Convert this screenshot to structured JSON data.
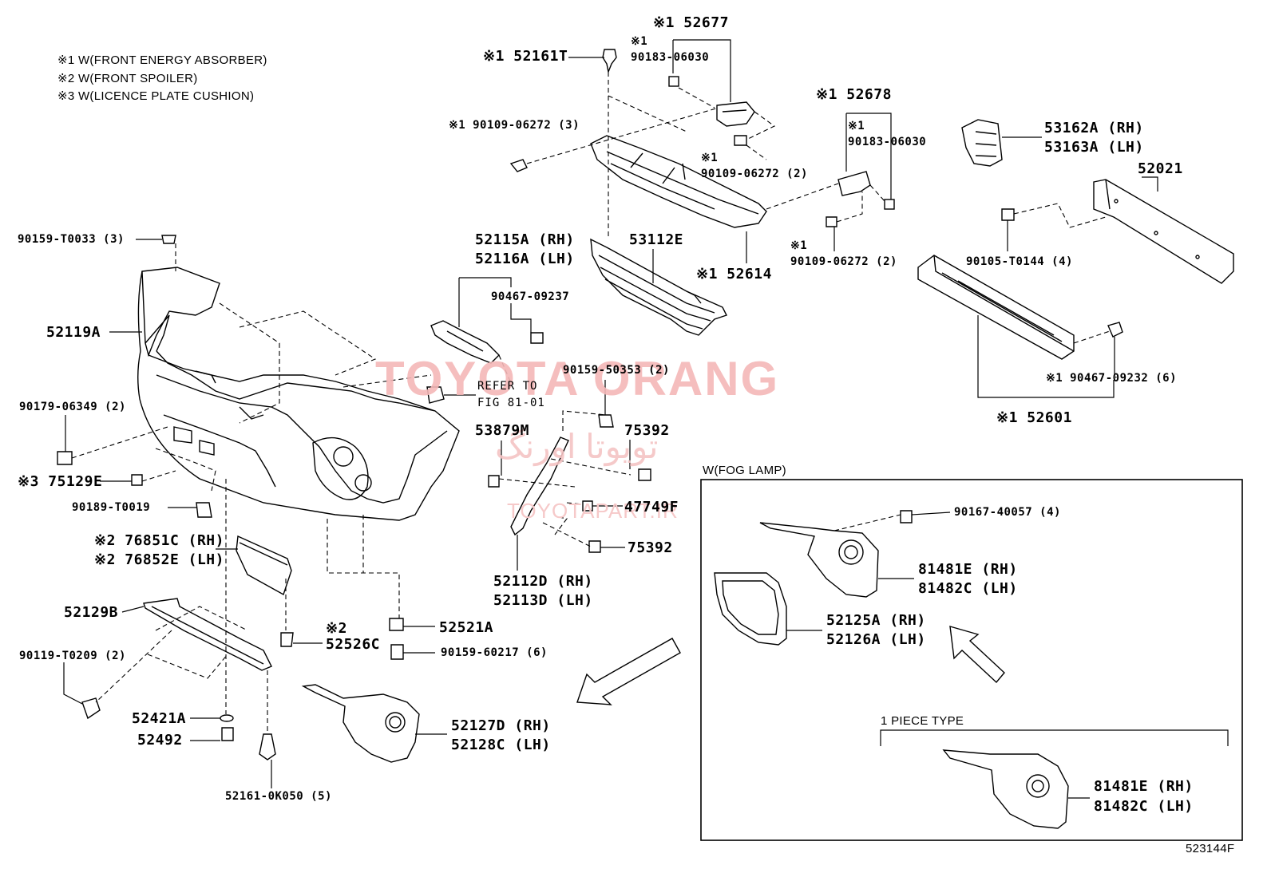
{
  "notes": {
    "n1": "※1 W(FRONT ENERGY ABSORBER)",
    "n2": "※2 W(FRONT SPOILER)",
    "n3": "※3 W(LICENCE PLATE CUSHION)"
  },
  "labels": {
    "p52677": "※1 52677",
    "p90183a": "※1\n90183-06030",
    "p52161T": "※1 52161T",
    "p90109_top": "※1 90109-06272 (3)",
    "p90109_mid": "※1\n90109-06272 (2)",
    "p52678": "※1 52678",
    "p90183b": "※1\n90183-06030",
    "p53162": "53162A (RH)",
    "p53163": "53163A (LH)",
    "p52021": "52021",
    "p90109_r": "※1\n90109-06272 (2)",
    "p90105": "90105-T0144 (4)",
    "p53112E": "53112E",
    "p52614": "※1 52614",
    "p52115": "52115A (RH)",
    "p52116": "52116A (LH)",
    "p90467a": "90467-09237",
    "p90159T": "90159-T0033 (3)",
    "p52119A": "52119A",
    "refer1": "REFER TO",
    "refer2": "FIG 81-01",
    "p90159_5": "90159-50353 (2)",
    "p90467b": "※1 90467-09232 (6)",
    "p52601": "※1 52601",
    "p90179": "90179-06349 (2)",
    "p53879M": "53879M",
    "p75392a": "75392",
    "p75129E": "※3 75129E",
    "wfog": "W(FOG LAMP)",
    "p90189": "90189-T0019",
    "p47749F": "47749F",
    "p90167": "90167-40057 (4)",
    "p76851C": "※2 76851C (RH)",
    "p76852E": "※2 76852E (LH)",
    "p75392b": "75392",
    "p81481E_a": "81481E (RH)",
    "p81482C_a": "81482C (LH)",
    "p52112D": "52112D (RH)",
    "p52113D": "52113D (LH)",
    "p52129B": "52129B",
    "p52521A": "52521A",
    "p52125A": "52125A (RH)",
    "p52126A": "52126A (LH)",
    "p52526C": "※2\n52526C",
    "p90119": "90119-T0209 (2)",
    "p90159_6": "90159-60217 (6)",
    "p52421A": "52421A",
    "p52492": "52492",
    "p52127D": "52127D (RH)",
    "p52128C": "52128C (LH)",
    "piece": "1 PIECE TYPE",
    "p81481E_b": "81481E (RH)",
    "p81482C_b": "81482C (LH)",
    "p52161_0K": "52161-0K050 (5)",
    "figcode": "523144F"
  },
  "watermark": {
    "main": "TOYOTA ORANG",
    "farsi": "تویوتا اورنگ",
    "url": "TOYOTAPART.IR"
  },
  "colors": {
    "line": "#000000",
    "watermark": "#f4b7b7"
  }
}
